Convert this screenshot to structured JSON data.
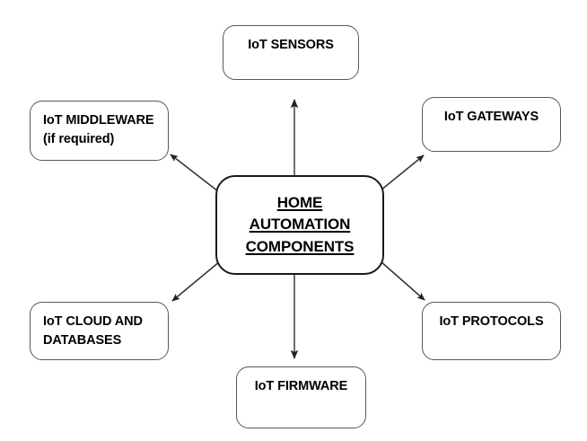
{
  "diagram": {
    "title": "Home Automation Components",
    "background_color": "#ffffff",
    "node_border_color": "#585858",
    "center_border_color": "#1a1a1a",
    "arrow_color": "#3d3d3d",
    "text_color": "#000000",
    "center": {
      "lines": [
        "HOME",
        "AUTOMATION",
        "COMPONENTS"
      ],
      "underlined": true
    },
    "nodes": [
      {
        "id": "sensors",
        "label": "IoT SENSORS",
        "align": "center"
      },
      {
        "id": "middleware",
        "label": "IoT MIDDLEWARE\n(if required)",
        "align": "left"
      },
      {
        "id": "gateways",
        "label": "IoT GATEWAYS",
        "align": "center"
      },
      {
        "id": "cloud",
        "label": "IoT CLOUD AND\nDATABASES",
        "align": "left"
      },
      {
        "id": "protocols",
        "label": "IoT PROTOCOLS",
        "align": "center"
      },
      {
        "id": "firmware",
        "label": "IoT FIRMWARE",
        "align": "center"
      }
    ],
    "connections": [
      {
        "from": "center",
        "to": "sensors",
        "direction": "up"
      },
      {
        "from": "center",
        "to": "middleware",
        "direction": "up-left"
      },
      {
        "from": "center",
        "to": "gateways",
        "direction": "up-right"
      },
      {
        "from": "center",
        "to": "cloud",
        "direction": "down-left"
      },
      {
        "from": "center",
        "to": "protocols",
        "direction": "down-right"
      },
      {
        "from": "center",
        "to": "firmware",
        "direction": "down"
      }
    ]
  }
}
